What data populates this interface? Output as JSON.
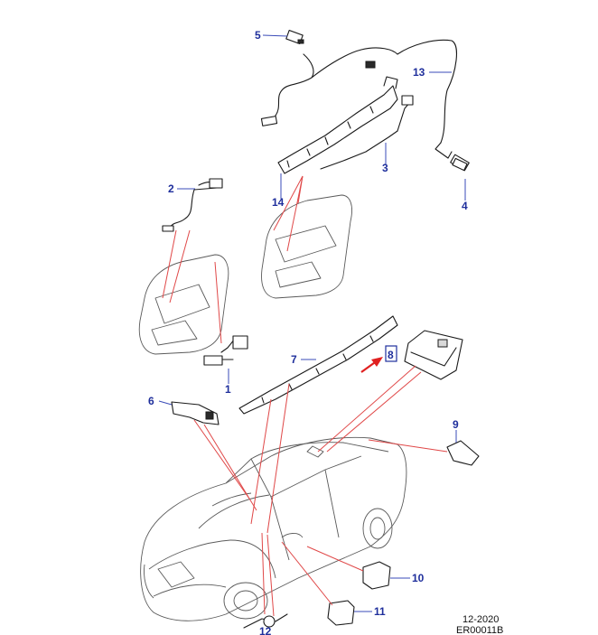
{
  "callouts": {
    "c1": "1",
    "c2": "2",
    "c3": "3",
    "c4": "4",
    "c5": "5",
    "c6": "6",
    "c7": "7",
    "c8": "8",
    "c9": "9",
    "c10": "10",
    "c11": "11",
    "c12": "12",
    "c13": "13",
    "c14": "14"
  },
  "footer": {
    "date": "12-2020",
    "code": "ER00011B"
  },
  "colors": {
    "callout_text": "#1f2f9c",
    "leader_red": "#e04848",
    "highlight_box": "#1f2f9c",
    "arrow": "#e02020"
  }
}
